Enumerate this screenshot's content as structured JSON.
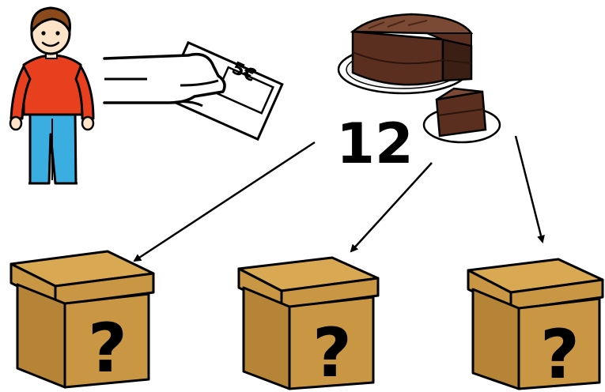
{
  "banknote": {
    "label": "5€"
  },
  "cake": {
    "pieces_label": "12"
  },
  "boxes": [
    {
      "symbol": "?"
    },
    {
      "symbol": "?"
    },
    {
      "symbol": "?"
    }
  ],
  "colors": {
    "shirt": "#e8401f",
    "pants": "#3aaee0",
    "hair": "#8a4a1c",
    "skin": "#fde3c7",
    "cake_dark": "#3b1f14",
    "cake_mid": "#5a2f20",
    "box_face": "#c99744",
    "box_top": "#d8a852",
    "box_side": "#b58437",
    "outline": "#000000"
  },
  "icons": [
    "boy-figure",
    "hand-with-banknote",
    "chocolate-cake",
    "cake-slice",
    "arrow",
    "mystery-box"
  ]
}
